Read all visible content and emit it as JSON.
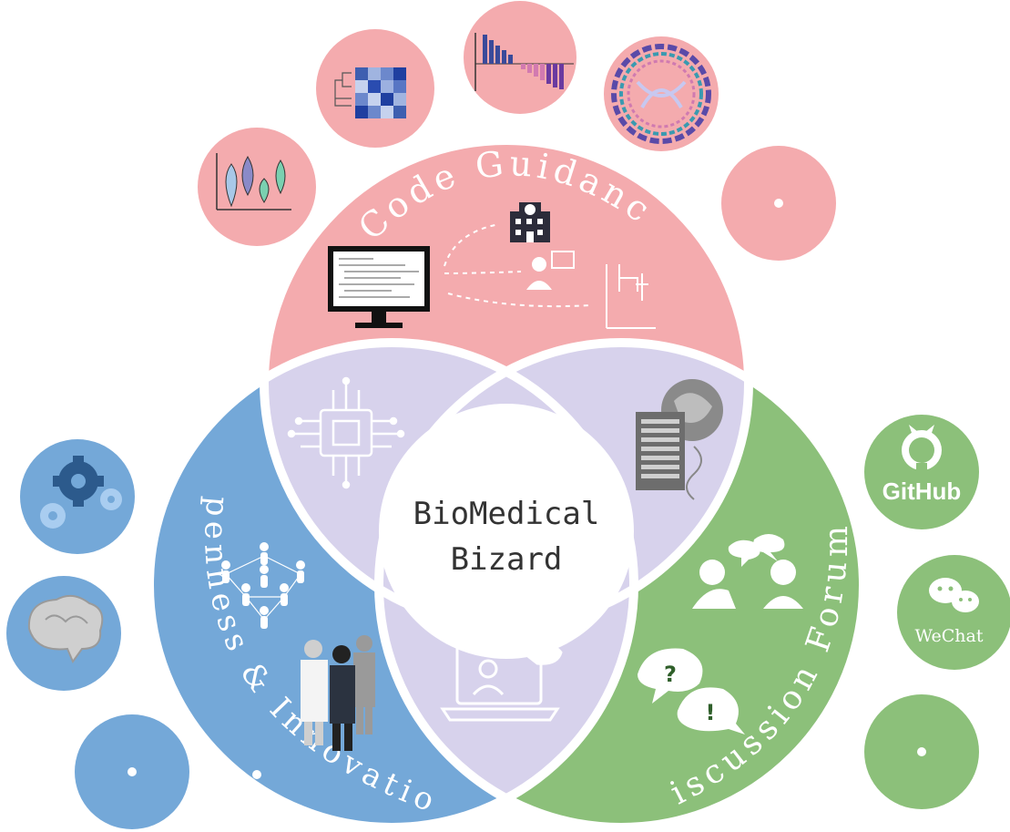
{
  "diagram": {
    "center": {
      "line1": "BioMedical",
      "line2": "Bizard"
    },
    "sections": {
      "code_guidance": {
        "label": "Code Guidance",
        "color": "#F4ABAE"
      },
      "openness_innovation": {
        "label": "Openness & Innovation",
        "color": "#74A8D8"
      },
      "discussion_forum": {
        "label": "Discussion Forum",
        "color": "#8CC07A"
      },
      "overlap_color": "#D7D2EC"
    },
    "side_icons": {
      "github": {
        "label": "GitHub"
      },
      "wechat": {
        "label": "WeChat"
      }
    }
  }
}
